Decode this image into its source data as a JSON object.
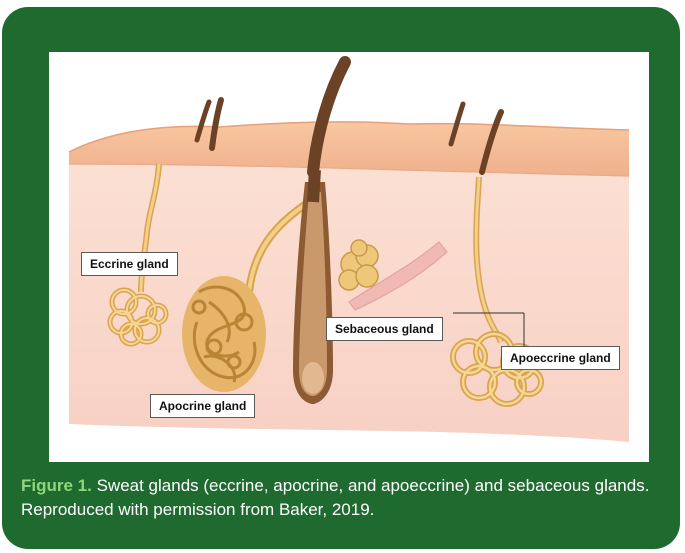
{
  "figure": {
    "labels": {
      "eccrine": "Eccrine gland",
      "apocrine": "Apocrine gland",
      "sebaceous": "Sebaceous gland",
      "apoeccrine": "Apoeccrine gland"
    },
    "caption": {
      "number": "Figure 1.",
      "text": " Sweat glands (eccrine, apocrine, and apoeccrine) and sebaceous glands. Reproduced with permission from Baker, 2019."
    }
  },
  "colors": {
    "frame": "#1e6a2f",
    "caption_highlight": "#8fd67a",
    "epidermis": "#f1b48e",
    "dermis": "#f7d2c2",
    "gland": "#f0c877",
    "hair": "#6b4226"
  }
}
